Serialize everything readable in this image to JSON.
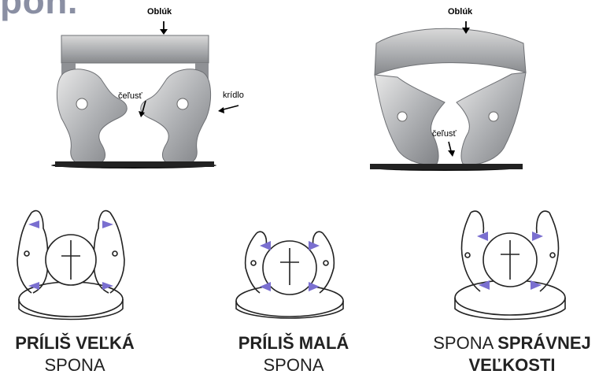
{
  "title_partial": "pon.",
  "top_left": {
    "arch_label": "Oblúk",
    "jaw_label": "čeľusť",
    "wing_label": "krídlo"
  },
  "top_right": {
    "arch_label": "Oblúk",
    "jaw_label": "čeľusť"
  },
  "bottom": [
    {
      "bold": "PRÍLIŠ VEĽKÁ",
      "normal": "SPONA",
      "order": "bold-first"
    },
    {
      "bold": "PRÍLIŠ MALÁ",
      "normal": "SPONA",
      "order": "bold-first"
    },
    {
      "normal": "SPONA",
      "bold_line1": "SPRÁVNEJ",
      "bold_line2": "VEĽKOSTI",
      "order": "normal-first"
    }
  ],
  "colors": {
    "metal_dark": "#6e7074",
    "metal_mid": "#b3b5b8",
    "metal_light": "#e6e6e6",
    "accent": "#7a6fd0",
    "title": "#8a8fa3"
  }
}
